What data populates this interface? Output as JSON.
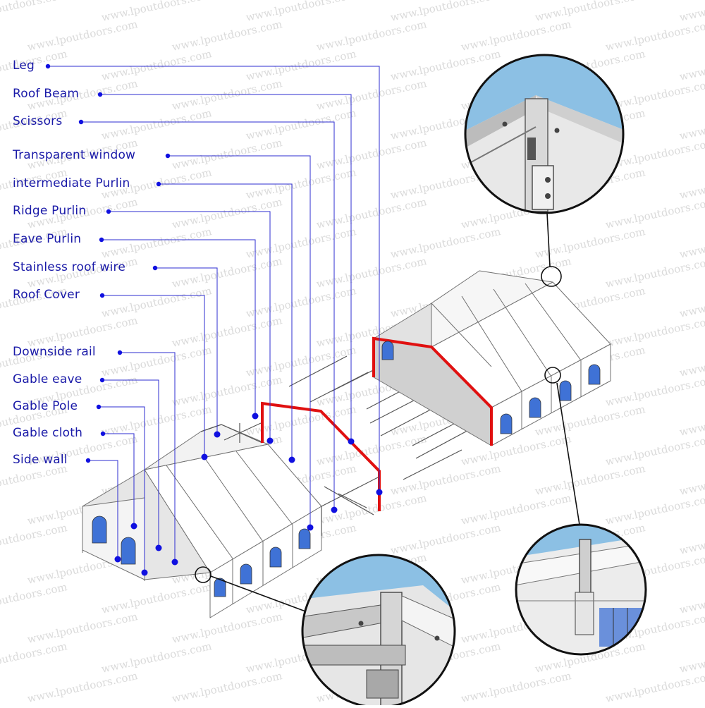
{
  "colors": {
    "label": "#1a1aa8",
    "leader": "#2c2cd0",
    "dot": "#1010e0",
    "frame_highlight": "#e01010",
    "sky": "#8cc0e4",
    "window": "#3f72d6",
    "cover": "#ffffff",
    "outline": "#707070",
    "shade": "#d6d6d6",
    "watermark": "#bdbdbd"
  },
  "watermark_text": "www.lpoutdoors.com",
  "labels": [
    {
      "id": "leg",
      "text": "Leg"
    },
    {
      "id": "roof-beam",
      "text": "Roof Beam"
    },
    {
      "id": "scissors",
      "text": "Scissors"
    },
    {
      "id": "transparent-window",
      "text": "Transparent window"
    },
    {
      "id": "intermediate-purlin",
      "text": "intermediate Purlin"
    },
    {
      "id": "ridge-purlin",
      "text": "Ridge Purlin"
    },
    {
      "id": "eave-purlin",
      "text": "Eave Purlin"
    },
    {
      "id": "stainless-roof-wire",
      "text": "Stainless roof wire"
    },
    {
      "id": "roof-cover",
      "text": "Roof Cover"
    },
    {
      "id": "downside-rail",
      "text": "Downside rail"
    },
    {
      "id": "gable-eave",
      "text": "Gable eave"
    },
    {
      "id": "gable-pole",
      "text": "Gable Pole"
    },
    {
      "id": "gable-cloth",
      "text": "Gable cloth"
    },
    {
      "id": "side-wall",
      "text": "Side wall"
    }
  ],
  "detail_views": [
    {
      "id": "ridge-joint",
      "icon": "ridge-joint-detail-icon"
    },
    {
      "id": "eave-joint",
      "icon": "eave-joint-detail-icon"
    },
    {
      "id": "corner-joint",
      "icon": "corner-joint-detail-icon"
    }
  ]
}
